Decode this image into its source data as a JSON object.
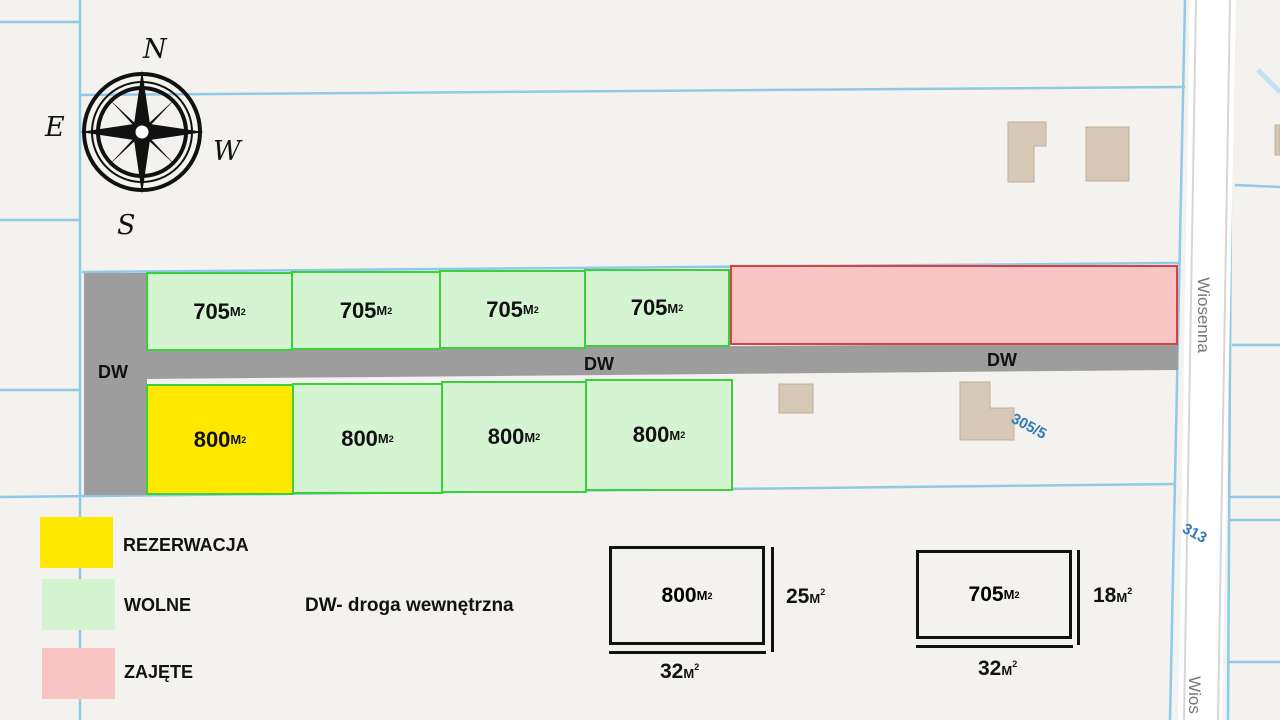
{
  "compass": {
    "n": "N",
    "e": "E",
    "w": "W",
    "s": "S"
  },
  "unit": "M",
  "unit_sup": "2",
  "plots_top": [
    {
      "value": "705",
      "status": "wolne"
    },
    {
      "value": "705",
      "status": "wolne"
    },
    {
      "value": "705",
      "status": "wolne"
    },
    {
      "value": "705",
      "status": "wolne"
    },
    {
      "value": "",
      "status": "zajete"
    }
  ],
  "plots_bottom": [
    {
      "value": "800",
      "status": "rezerwacja"
    },
    {
      "value": "800",
      "status": "wolne"
    },
    {
      "value": "800",
      "status": "wolne"
    },
    {
      "value": "800",
      "status": "wolne"
    }
  ],
  "roads": {
    "left": "DW",
    "center": "DW",
    "right": "DW"
  },
  "map_labels": {
    "street": "Wiosenna",
    "street_bottom": "Wios",
    "parcel": "305/5",
    "road_number": "313"
  },
  "legend": {
    "reserved": {
      "label": "REZERWACJA",
      "color": "#ffe800"
    },
    "free": {
      "label": "WOLNE",
      "color": "#d5f5d2"
    },
    "taken": {
      "label": "ZAJĘTE",
      "color": "#f8c4c4"
    },
    "dw_note": "DW- droga wewnętrzna"
  },
  "dimensions": {
    "large": {
      "area": "800",
      "side": "25",
      "bottom": "32"
    },
    "small": {
      "area": "705",
      "side": "18",
      "bottom": "32"
    }
  }
}
